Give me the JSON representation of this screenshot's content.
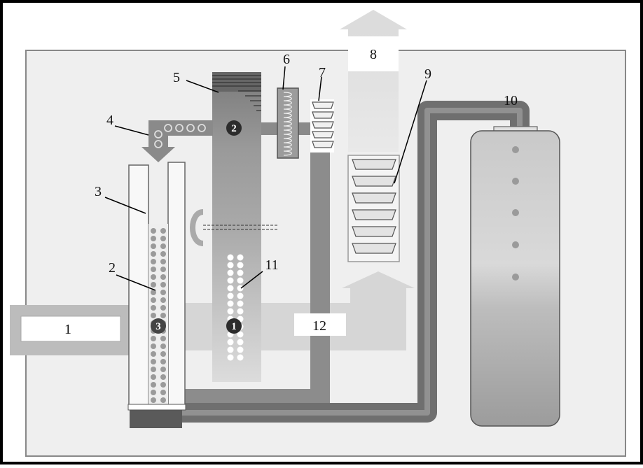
{
  "labels": {
    "l1": "1",
    "l2": "2",
    "l3": "3",
    "l4": "4",
    "l5": "5",
    "l6": "6",
    "l7": "7",
    "l8": "8",
    "l9": "9",
    "l10": "10",
    "l11": "11",
    "l12": "12"
  },
  "markers": {
    "m1": "1",
    "m2": "2",
    "m3": "3"
  },
  "colors": {
    "background": "#ffffff",
    "panel": "#efefef",
    "tube_light": "#f7f7f7",
    "column": "#8e8e8e",
    "pipe_dark": "#6b6b6b",
    "pipe_light": "#bdbdbd",
    "tank": "#a9a9a9"
  }
}
